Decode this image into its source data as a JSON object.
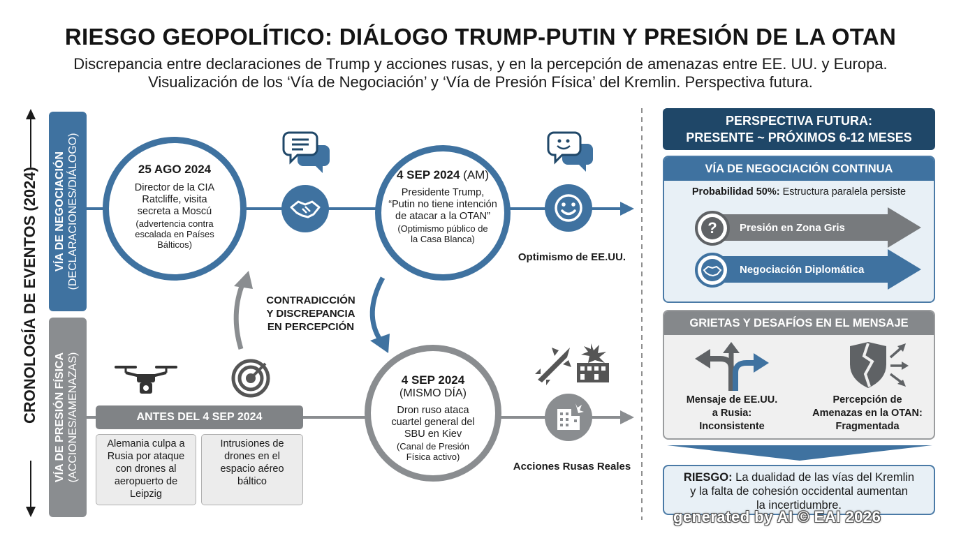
{
  "header": {
    "title": "RIESGO GEOPOLÍTICO: DIÁLOGO TRUMP-PUTIN Y PRESIÓN DE LA OTAN",
    "subtitle_line1": "Discrepancia entre declaraciones de Trump y acciones rusas, y en la percepción de amenazas entre EE. UU. y Europa.",
    "subtitle_line2": "Visualización de los ‘Vía de Negociación’ y ‘Vía de Presión Física’ del Kremlin. Perspectiva futura."
  },
  "timeline": {
    "label": "CRONOLOGÍA DE EVENTOS (2024)"
  },
  "tracks": {
    "negotiation": {
      "title": "VÍA DE NEGOCIACIÓN",
      "subtitle": "(DECLARACIONES/DIÁLOGO)"
    },
    "pressure": {
      "title": "VÍA DE PRESIÓN FÍSICA",
      "subtitle": "(ACCIONES/AMENAZAS)"
    }
  },
  "events": {
    "e1": {
      "date": "25 AGO 2024",
      "line1": "Director de la CIA",
      "line2": "Ratcliffe, visita",
      "line3": "secreta a Moscú",
      "note1": "(advertencia contra",
      "note2": "escalada en Países",
      "note3": "Bálticos)"
    },
    "e2": {
      "date": "4 SEP 2024",
      "date_suffix": " (AM)",
      "line1": "Presidente Trump,",
      "line2": "“Putin no tiene intención",
      "line3": "de atacar a la OTAN”",
      "note1": "(Optimismo público de",
      "note2": "la Casa Blanca)"
    },
    "e3": {
      "date": "4 SEP 2024",
      "date2": "(MISMO DÍA)",
      "line1": "Dron ruso ataca",
      "line2": "cuartel general del",
      "line3": "SBU en Kiev",
      "note1": "(Canal de Presión",
      "note2": "Física activo)"
    }
  },
  "labels": {
    "optimism": "Optimismo de EE.UU.",
    "real_actions": "Acciones Rusas Reales",
    "contradiction1": "CONTRADICCIÓN",
    "contradiction2": "Y DISCREPANCIA",
    "contradiction3": "EN PERCEPCIÓN"
  },
  "before": {
    "header": "ANTES DEL 4 SEP 2024",
    "box1": [
      "Alemania culpa a",
      "Rusia por ataque",
      "con drones al",
      "aeropuerto de",
      "Leipzig"
    ],
    "box2": [
      "Intrusiones de",
      "drones en el",
      "espacio aéreo",
      "báltico"
    ]
  },
  "outlook": {
    "header_line1": "PERSPECTIVA FUTURA:",
    "header_line2": "PRESENTE ~ PRÓXIMOS 6-12 MESES",
    "negotiation": {
      "title": "VÍA DE NEGOCIACIÓN CONTINUA",
      "prob_bold": "Probabilidad 50%:",
      "prob_text": " Estructura paralela persiste",
      "arrow1": "Presión en Zona Gris",
      "arrow2": "Negociación Diplomática"
    },
    "gaps": {
      "title": "GRIETAS Y DESAFÍOS EN EL MENSAJE",
      "left": [
        "Mensaje de EE.UU.",
        "a Rusia:",
        "Inconsistente"
      ],
      "right": [
        "Percepción de",
        "Amenazas en la OTAN:",
        "Fragmentada"
      ]
    },
    "risk": {
      "bold": "RIESGO:",
      "line1": " La dualidad de las vías del Kremlin",
      "line2": "y la falta de cohesión occidental aumentan",
      "line3": "la incertidumbre."
    }
  },
  "watermark": "generated by AI © EAI 2026",
  "colors": {
    "blue": "#3f72a0",
    "navy": "#1f4768",
    "gray": "#8a8d90",
    "light_blue": "#e8f0f6"
  },
  "icons": {
    "chat": "speech-bubble-icon",
    "handshake": "handshake-icon",
    "smile": "smiley-icon",
    "drone": "drone-icon",
    "radar": "radar-icon",
    "missile": "missile-icon",
    "building": "damaged-building-icon",
    "question": "question-icon",
    "split": "split-arrows-icon",
    "shield": "broken-shield-icon"
  }
}
